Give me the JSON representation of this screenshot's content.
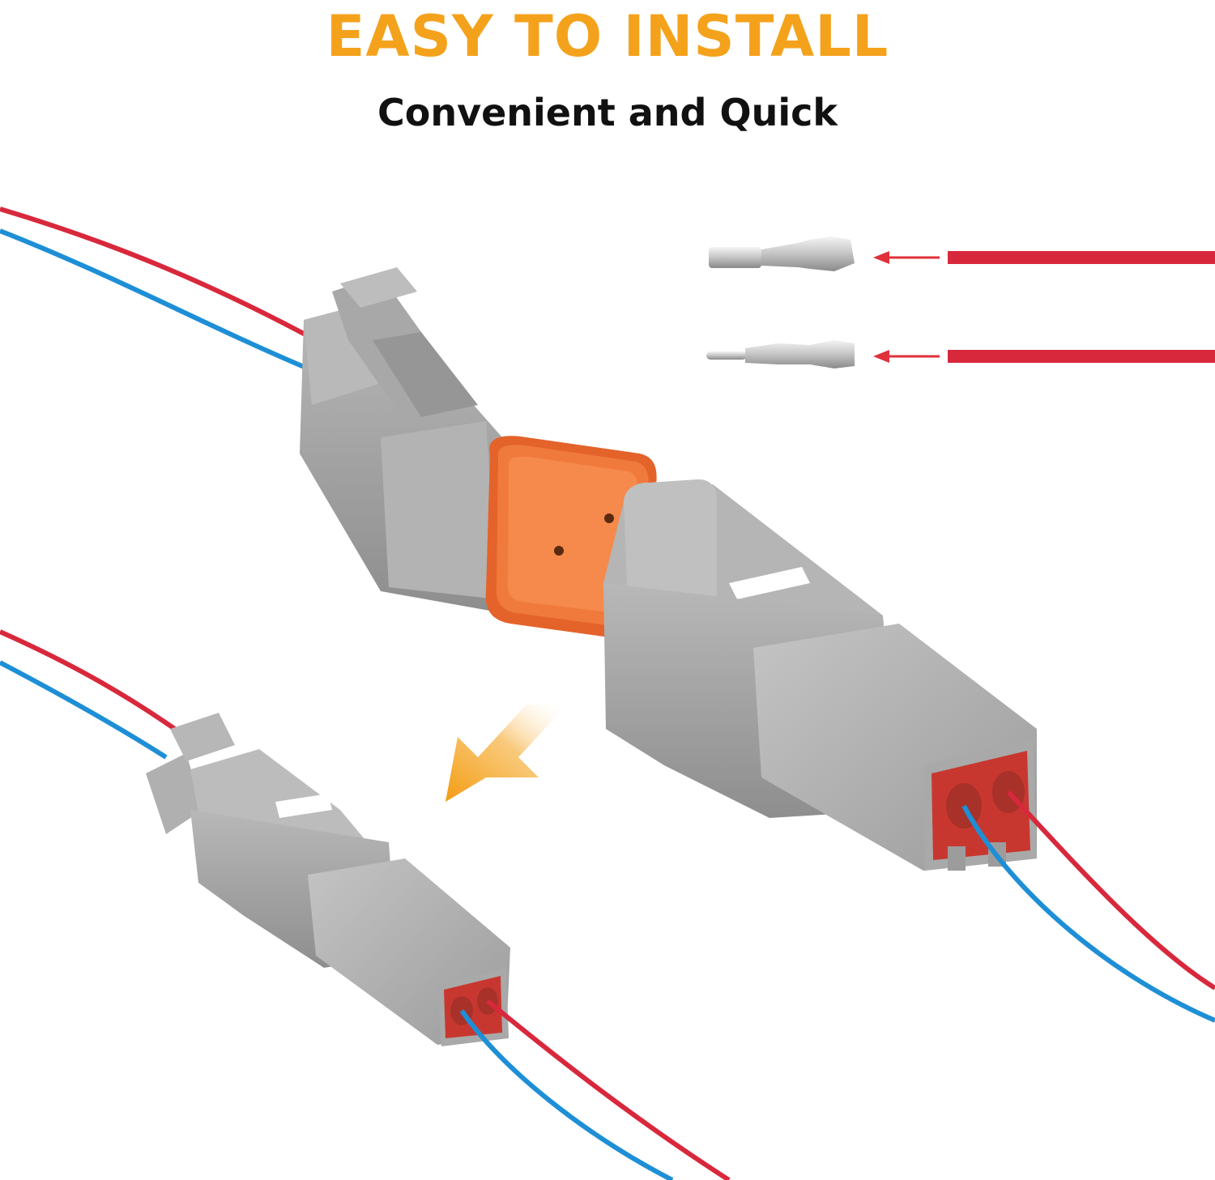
{
  "header": {
    "title": "EASY TO INSTALL",
    "subtitle": "Convenient and Quick"
  },
  "colors": {
    "title": "#F4A21C",
    "subtitle": "#111111",
    "connector_gray": "#A6A6A6",
    "seal_orange": "#F07A3C",
    "wire_red": "#D8283C",
    "wire_blue": "#1E8FD6",
    "arrow_orange": "#F5A623",
    "insert_red": "#C8372F"
  },
  "scene": {
    "female_connector": "gray-female-connector-with-orange-seal",
    "male_connector_large": "gray-male-connector",
    "male_connector_small": "gray-male-connector-assembled",
    "terminals": [
      "socket-terminal",
      "pin-terminal"
    ],
    "direction_arrow": "orange-arrow-icon"
  }
}
